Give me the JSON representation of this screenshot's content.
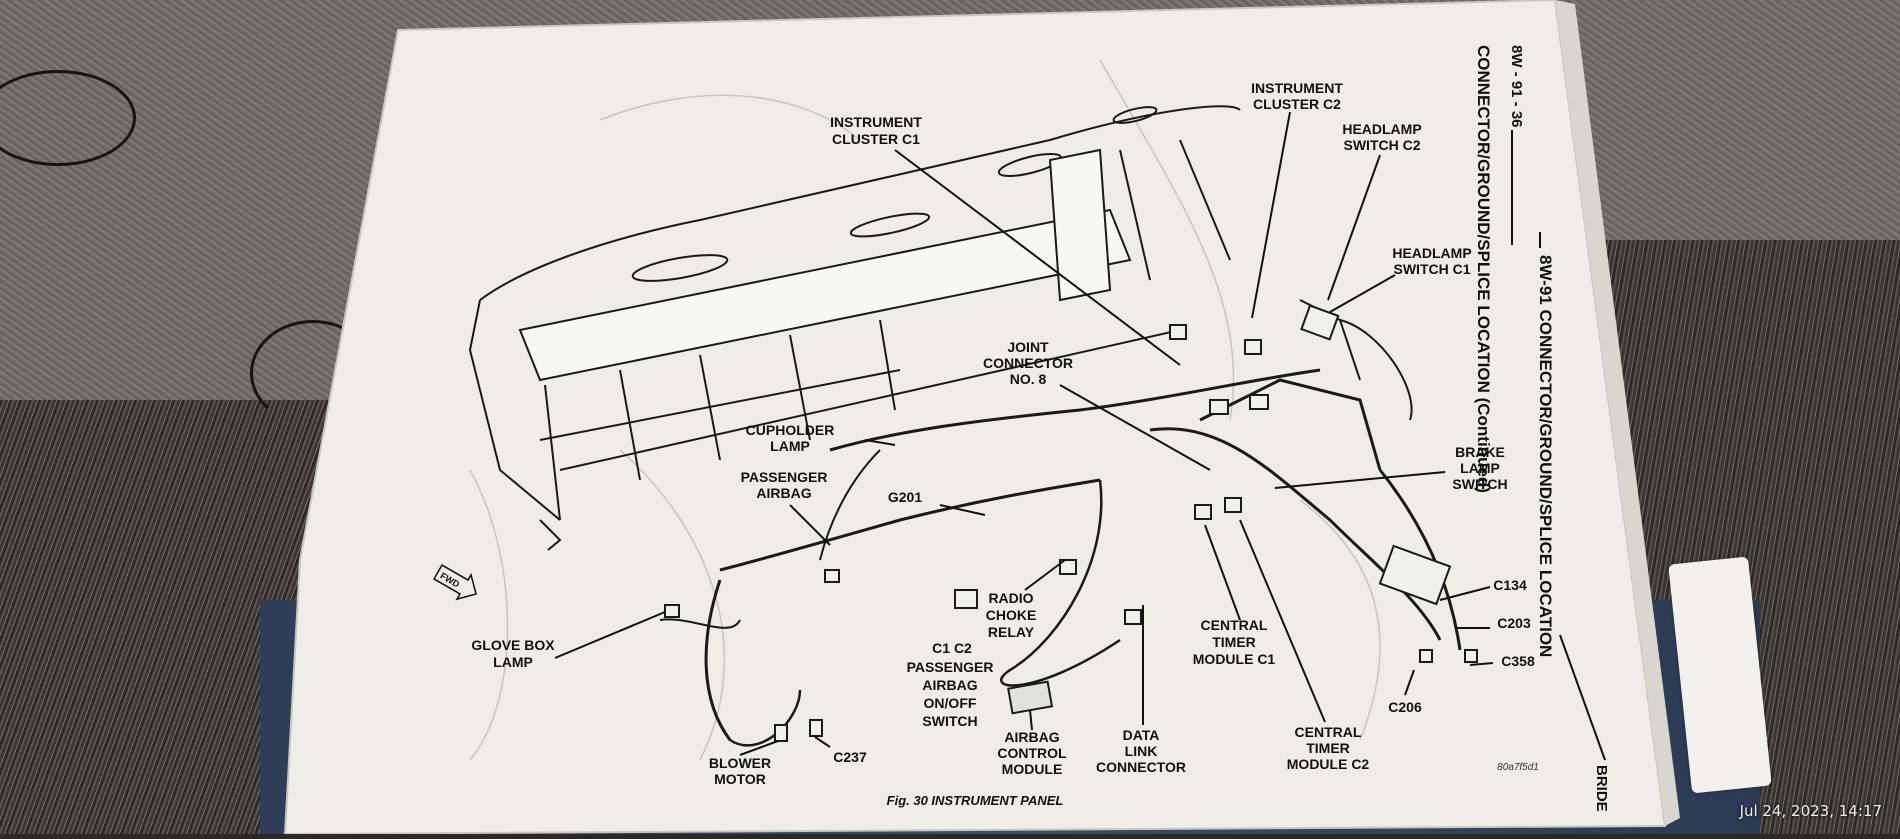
{
  "header": {
    "page_code": "8W - 91 - 36",
    "running_title": "8W-91 CONNECTOR/GROUND/SPLICE LOCATION",
    "section_title": "CONNECTOR/GROUND/SPLICE LOCATION (Continued)",
    "publication": "BRIDE"
  },
  "figure": {
    "caption": "Fig. 30 INSTRUMENT PANEL",
    "ref_code": "80a7f5d1",
    "fwd_label": "FWD",
    "labels": {
      "instrument_cluster_c1_l1": "INSTRUMENT",
      "instrument_cluster_c1_l2": "CLUSTER C1",
      "instrument_cluster_c2_l1": "INSTRUMENT",
      "instrument_cluster_c2_l2": "CLUSTER C2",
      "headlamp_switch_c2_l1": "HEADLAMP",
      "headlamp_switch_c2_l2": "SWITCH C2",
      "headlamp_switch_c1_l1": "HEADLAMP",
      "headlamp_switch_c1_l2": "SWITCH C1",
      "joint_connector_l1": "JOINT",
      "joint_connector_l2": "CONNECTOR",
      "joint_connector_l3": "NO. 8",
      "cupholder_lamp_l1": "CUPHOLDER",
      "cupholder_lamp_l2": "LAMP",
      "passenger_airbag_l1": "PASSENGER",
      "passenger_airbag_l2": "AIRBAG",
      "g201": "G201",
      "brake_lamp_switch_l1": "BRAKE",
      "brake_lamp_switch_l2": "LAMP",
      "brake_lamp_switch_l3": "SWITCH",
      "radio_choke_relay_l1": "RADIO",
      "radio_choke_relay_l2": "CHOKE",
      "radio_choke_relay_l3": "RELAY",
      "c1_c2": "C1  C2",
      "pab_switch_l1": "PASSENGER",
      "pab_switch_l2": "AIRBAG",
      "pab_switch_l3": "ON/OFF",
      "pab_switch_l4": "SWITCH",
      "glove_box_lamp_l1": "GLOVE BOX",
      "glove_box_lamp_l2": "LAMP",
      "central_timer_c1_l1": "CENTRAL",
      "central_timer_c1_l2": "TIMER",
      "central_timer_c1_l3": "MODULE C1",
      "central_timer_c2_l1": "CENTRAL",
      "central_timer_c2_l2": "TIMER",
      "central_timer_c2_l3": "MODULE C2",
      "c134": "C134",
      "c203": "C203",
      "c358": "C358",
      "c206": "C206",
      "airbag_control_l1": "AIRBAG",
      "airbag_control_l2": "CONTROL",
      "airbag_control_l3": "MODULE",
      "data_link_l1": "DATA",
      "data_link_l2": "LINK",
      "data_link_l3": "CONNECTOR",
      "blower_motor_l1": "BLOWER",
      "blower_motor_l2": "MOTOR",
      "c237": "C237"
    }
  },
  "photo_timestamp": "Jul 24, 2023, 14:17"
}
